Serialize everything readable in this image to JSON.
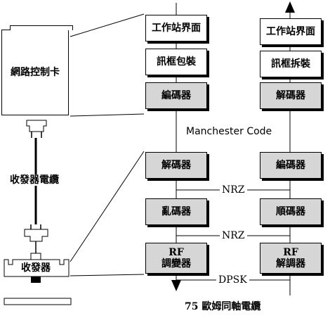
{
  "nic": {
    "label": "網路控制卡"
  },
  "cable": {
    "label": "收發器電纜"
  },
  "transceiver": {
    "label": "收發器"
  },
  "left_stack": [
    {
      "label": "工作站界面"
    },
    {
      "label": "訊框包裝"
    },
    {
      "label": "編碼器"
    },
    {
      "label": "解碼器"
    },
    {
      "label": "亂碼器"
    },
    {
      "label": "RF\n調變器"
    }
  ],
  "right_stack": [
    {
      "label": "工作站界面"
    },
    {
      "label": "訊框拆裝"
    },
    {
      "label": "解碼器"
    },
    {
      "label": "編碼器"
    },
    {
      "label": "順碼器"
    },
    {
      "label": "RF\n解調器"
    }
  ],
  "signals": {
    "manchester": "Manchester Code",
    "nrz_1": "NRZ",
    "nrz_2": "NRZ",
    "dpsk": "DPSK"
  },
  "coax": {
    "label": "75 歐姆同軸電纜"
  }
}
